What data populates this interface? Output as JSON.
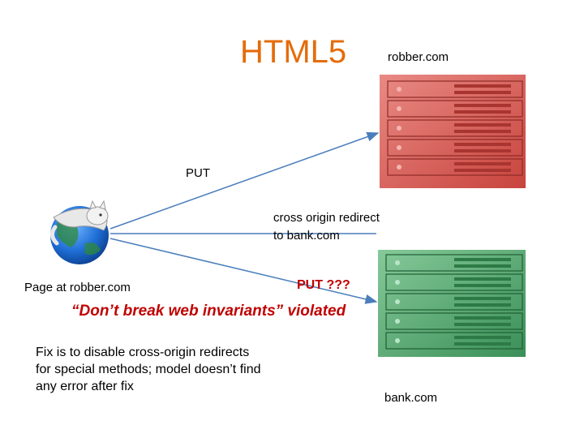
{
  "slide": {
    "title": "HTML5",
    "robber_label": "robber.com",
    "bank_label": "bank.com",
    "put_label": "PUT",
    "redirect_label_line1": "cross origin redirect",
    "redirect_label_line2": "to bank.com",
    "page_label": "Page at robber.com",
    "put_unknown_label": "PUT ???",
    "invariant_label": "“Don’t break web invariants” violated",
    "fix_line1": "Fix is to disable cross-origin redirects",
    "fix_line2": "for special methods; model doesn’t find",
    "fix_line3": "any error after fix"
  },
  "colors": {
    "title": "#e46c0a",
    "alert": "#c00000",
    "arrow": "#4a7ebb",
    "robber_server": "#e0605a",
    "bank_server": "#4fa86a"
  },
  "icons": {
    "browser": "browser-globe-icon",
    "robber_server": "server-rack-icon",
    "bank_server": "server-rack-icon"
  }
}
